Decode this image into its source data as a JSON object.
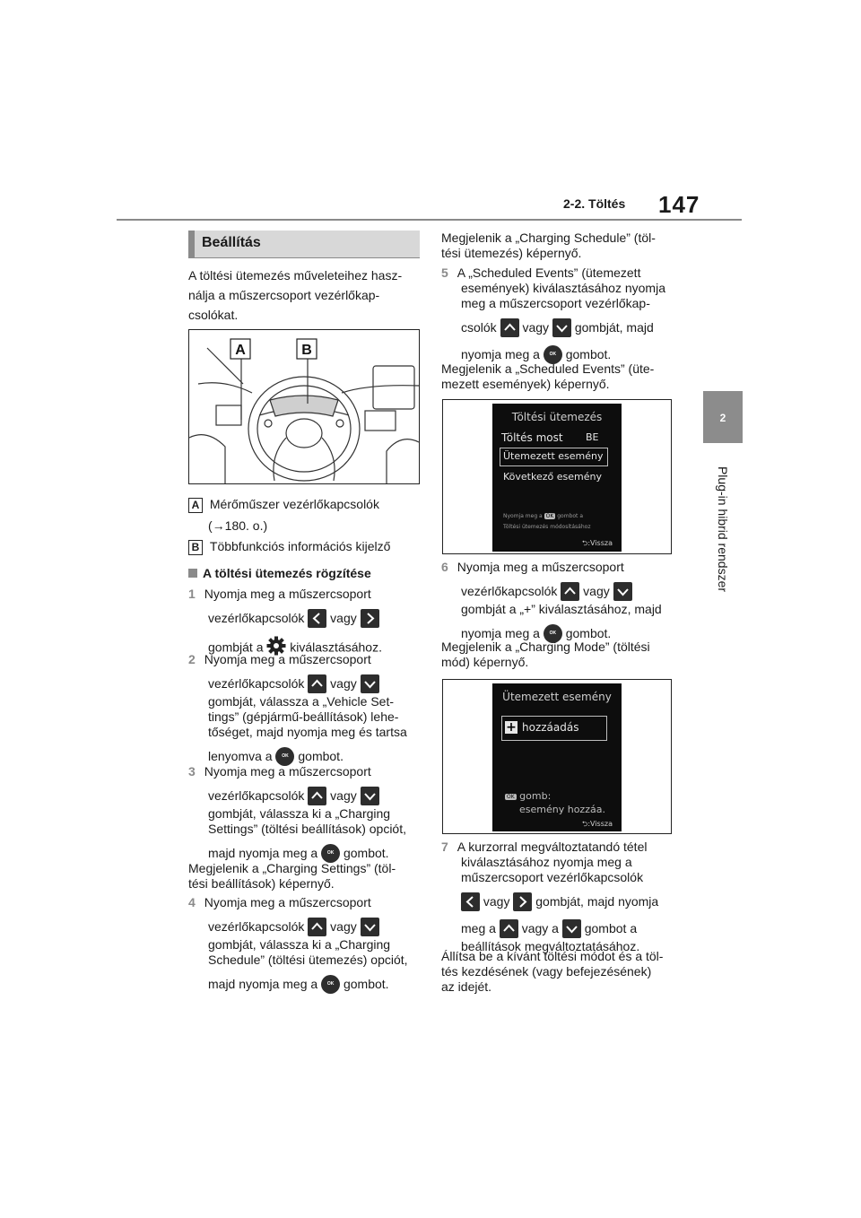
{
  "header": {
    "section": "2-2. Töltés",
    "page_number": "147"
  },
  "side_tab": {
    "number": "2",
    "title": "Plug-in hibrid rendszer"
  },
  "left": {
    "heading": "Beállítás",
    "intro": [
      "A töltési ütemezés műveleteihez hasz-",
      "nálja a műszercsoport vezérlőkap-",
      "csolókat."
    ],
    "figure_labels": [
      "A",
      "B"
    ],
    "legend": [
      {
        "key": "A",
        "lines": [
          "Mérőműszer vezérlőkapcsolók",
          "(→180. o.)"
        ]
      },
      {
        "key": "B",
        "lines": [
          "Többfunkciós információs kijelző"
        ]
      }
    ],
    "subheading": "A töltési ütemezés rögzítése",
    "step1": {
      "num": "1",
      "l1": "Nyomja meg a műszercsoport",
      "l2a": "vezérlőkapcsolók",
      "l2b": "vagy",
      "l3a": "gombját a",
      "l3b": "kiválasztásához."
    },
    "step2": {
      "num": "2",
      "l1": "Nyomja meg a műszercsoport",
      "l2a": "vezérlőkapcsolók",
      "l2b": "vagy",
      "l3": "gombját, válassza a „Vehicle Set-",
      "l4": "tings” (gépjármű-beállítások) lehe-",
      "l5": "tőséget, majd nyomja meg és tartsa",
      "l6a": "lenyomva a",
      "l6b": "gombot."
    },
    "step3": {
      "num": "3",
      "l1": "Nyomja meg a műszercsoport",
      "l2a": "vezérlőkapcsolók",
      "l2b": "vagy",
      "l3": "gombját, válassza ki a „Charging",
      "l4": "Settings” (töltési beállítások) opciót,",
      "l5a": "majd nyomja meg a",
      "l5b": "gombot."
    },
    "after3": [
      "Megjelenik a „Charging Settings” (töl-",
      "tési beállítások) képernyő."
    ],
    "step4": {
      "num": "4",
      "l1": "Nyomja meg a műszercsoport",
      "l2a": "vezérlőkapcsolók",
      "l2b": "vagy",
      "l3": "gombját, válassza ki a „Charging",
      "l4": "Schedule” (töltési ütemezés) opciót,",
      "l5a": "majd nyomja meg a",
      "l5b": "gombot."
    }
  },
  "right": {
    "after4": [
      "Megjelenik a „Charging Schedule” (töl-",
      "tési ütemezés) képernyő."
    ],
    "step5": {
      "num": "5",
      "l1": "A „Scheduled Events” (ütemezett",
      "l2": "események) kiválasztásához nyomja",
      "l3": "meg a műszercsoport vezérlőkap-",
      "l4a": "csolók",
      "l4b": "vagy",
      "l4c": "gombját, majd",
      "l5a": "nyomja meg a",
      "l5b": "gombot."
    },
    "after5": [
      "Megjelenik a „Scheduled Events” (üte-",
      "mezett események) képernyő."
    ],
    "screen1": {
      "title": "Töltési ütemezés",
      "row1": "Töltés most",
      "row1_value": "BE",
      "row2": "Ütemezett esemény",
      "row3": "Következő esemény",
      "hint1a": "Nyomja meg a",
      "hint1b": "gombot a",
      "hint2": "Töltési ütemezés módosításához",
      "back": ":Vissza"
    },
    "step6": {
      "num": "6",
      "l1": "Nyomja meg a műszercsoport",
      "l2a": "vezérlőkapcsolók",
      "l2b": "vagy",
      "l3": "gombját a „+” kiválasztásához, majd",
      "l4a": "nyomja meg a",
      "l4b": "gombot."
    },
    "after6": [
      "Megjelenik a „Charging Mode” (töltési",
      "mód) képernyő."
    ],
    "screen2": {
      "title": "Ütemezett esemény",
      "add_label": "hozzáadás",
      "hint1": "gomb:",
      "hint2": "esemény hozzáa.",
      "back": ":Vissza"
    },
    "step7": {
      "num": "7",
      "l1": "A kurzorral megváltoztatandó tétel",
      "l2": "kiválasztásához nyomja meg a",
      "l3": "műszercsoport vezérlőkapcsolók",
      "l4a": "vagy",
      "l4b": "gombját, majd nyomja",
      "l5a": "meg a",
      "l5b": "vagy a",
      "l5c": "gombot a",
      "l6": "beállítások megváltoztatásához."
    },
    "after7": [
      "Állítsa be a kívánt töltési módot és a töl-",
      "tés kezdésének (vagy befejezésének)",
      "az idejét."
    ]
  },
  "ok_label": "OK",
  "icons": {
    "left": "chevron-left-icon",
    "right": "chevron-right-icon",
    "up": "chevron-up-icon",
    "down": "chevron-down-icon",
    "settings": "gear-icon",
    "ok": "ok-button-icon"
  }
}
